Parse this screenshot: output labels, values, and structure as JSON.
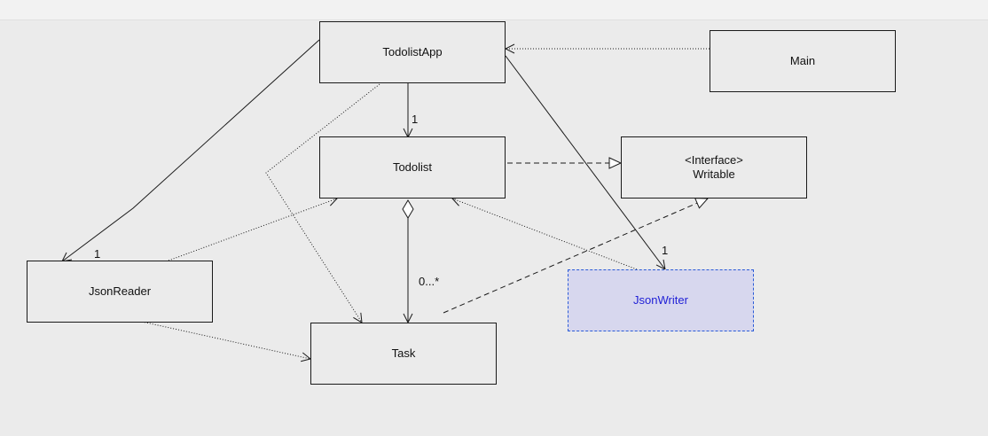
{
  "diagram": {
    "classes": {
      "todolistapp": "TodolistApp",
      "main": "Main",
      "todolist": "Todolist",
      "writable_stereotype": "<Interface>",
      "writable": "Writable",
      "jsonreader": "JsonReader",
      "jsonwriter": "JsonWriter",
      "task": "Task"
    },
    "multiplicities": {
      "app_todolist": "1",
      "app_jsonreader": "1",
      "app_jsonwriter": "1",
      "todolist_task": "0...*"
    },
    "selected_class": "JsonWriter",
    "colors": {
      "background": "#ebebeb",
      "selected_fill": "#d7d7ee",
      "selected_border": "#2a5bd7",
      "selected_text": "#1f1fd6"
    }
  }
}
